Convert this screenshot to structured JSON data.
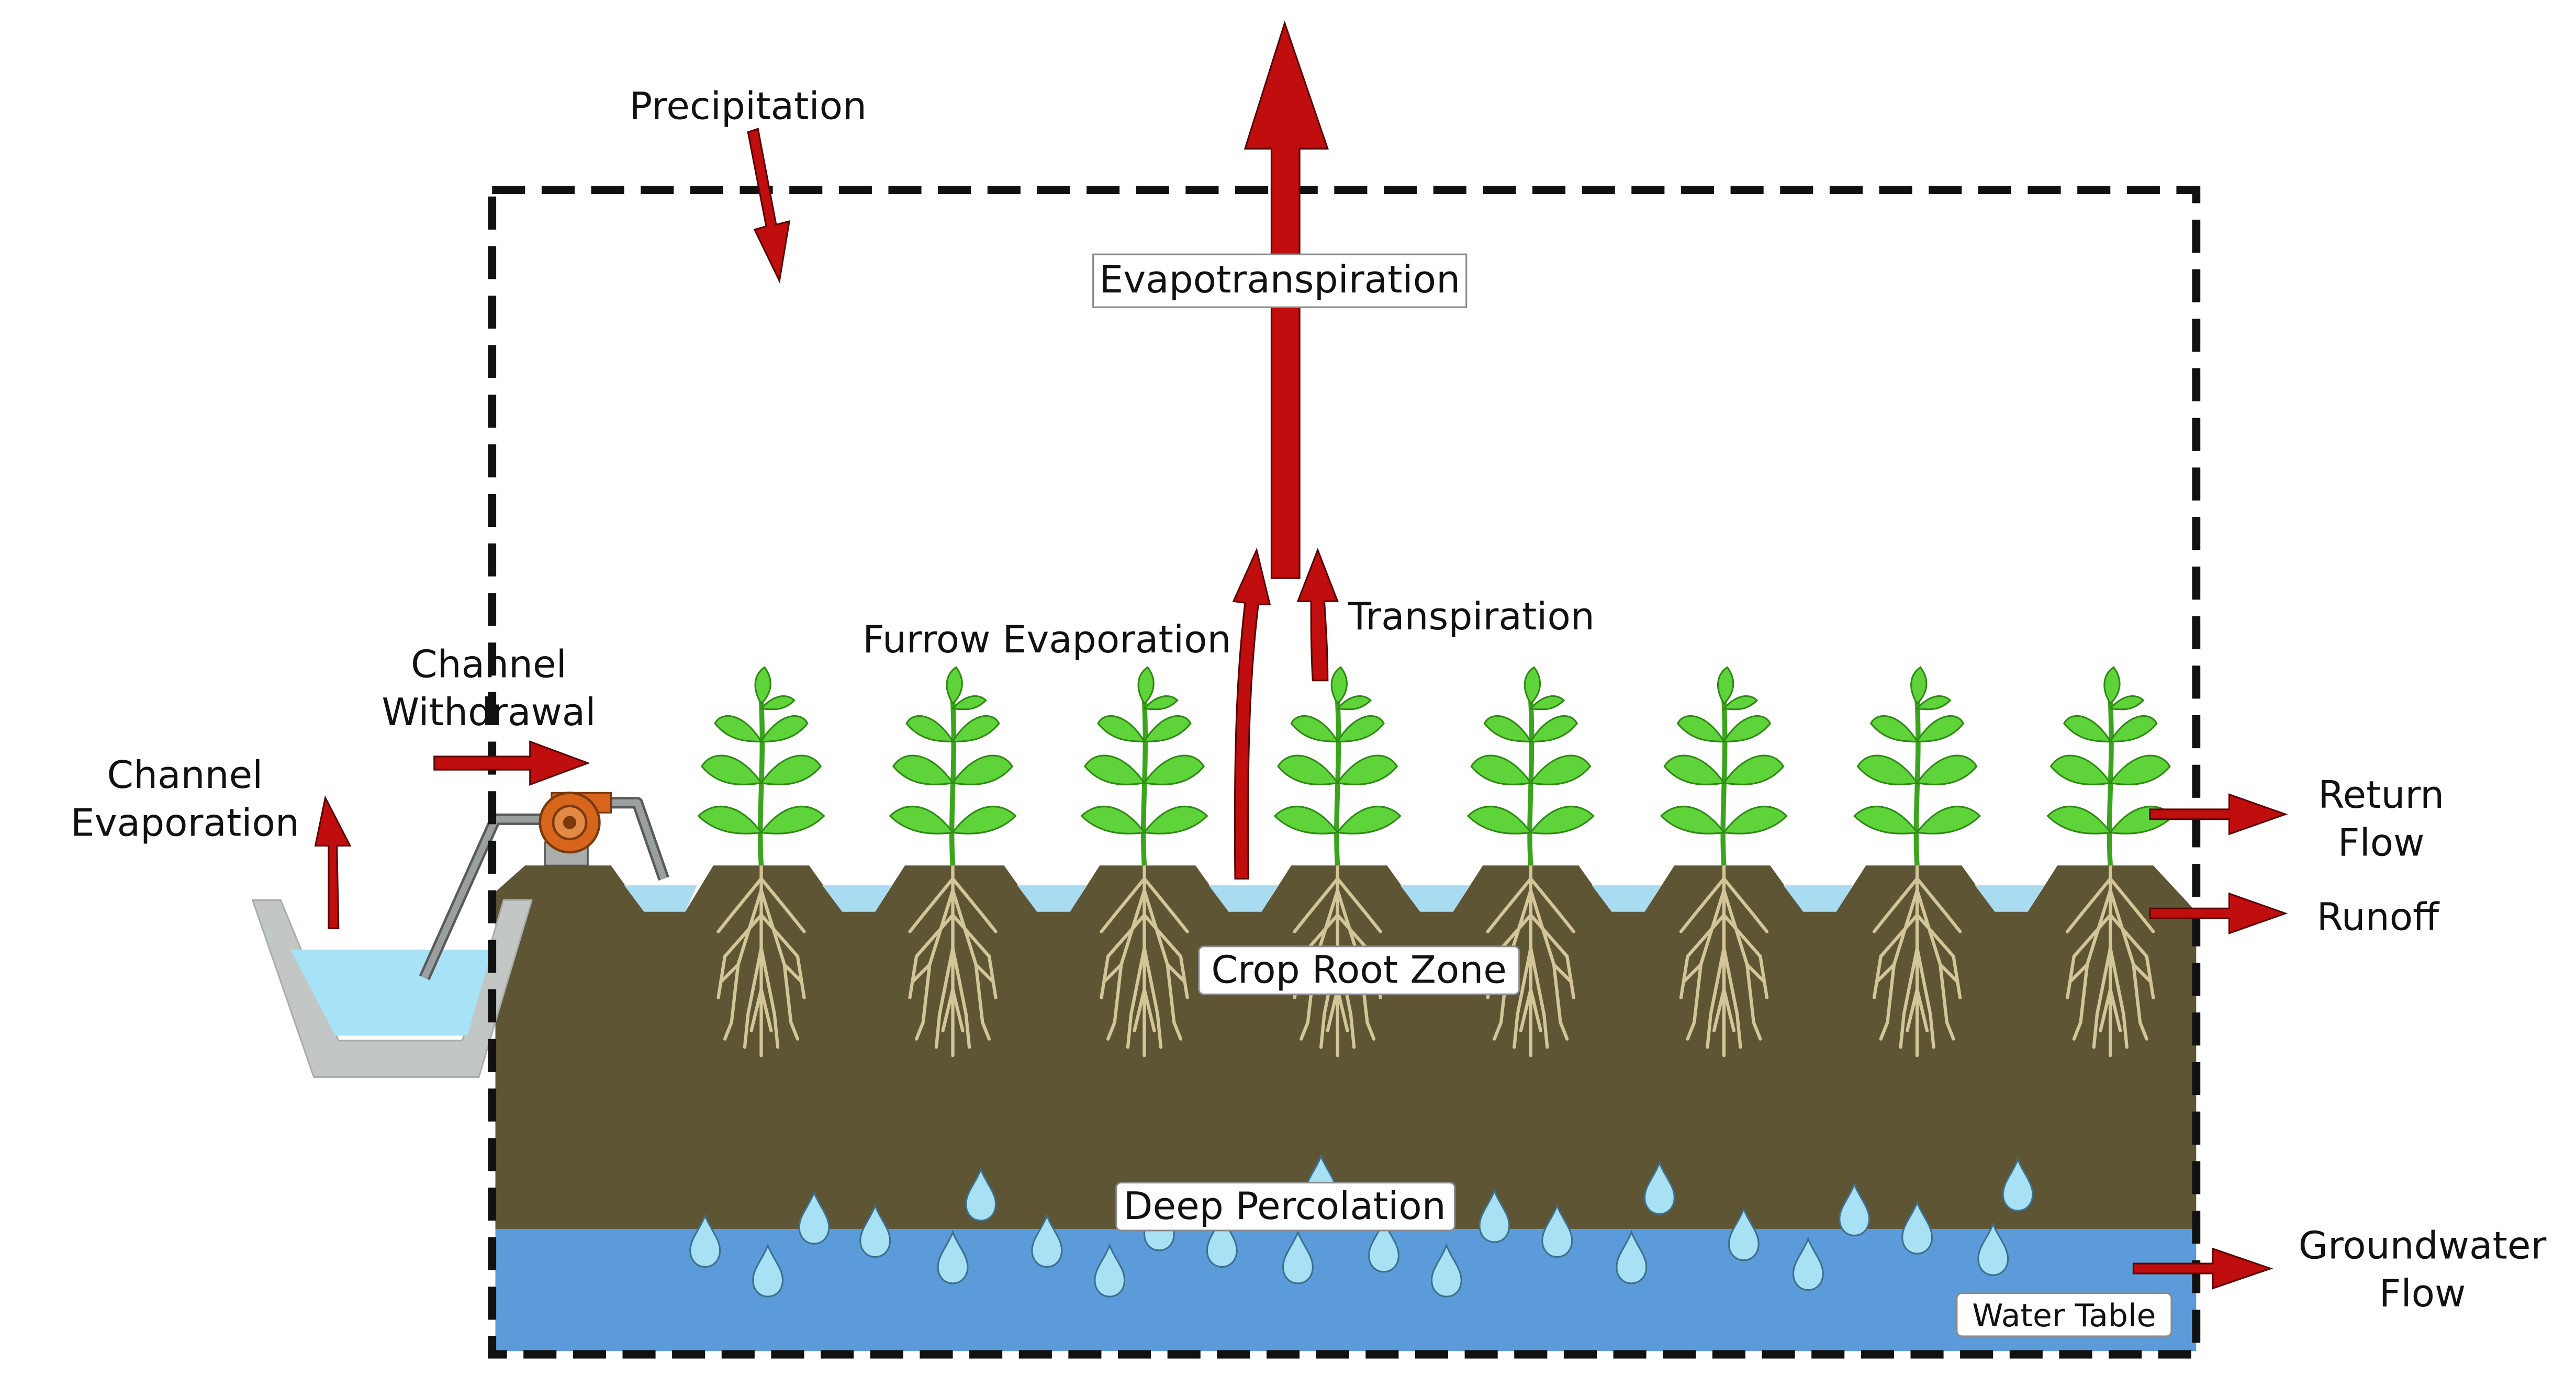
{
  "labels": {
    "precipitation": "Precipitation",
    "evapotranspiration": "Evapotranspiration",
    "furrow_evaporation": "Furrow Evaporation",
    "transpiration": "Transpiration",
    "channel_withdrawal_1": "Channel",
    "channel_withdrawal_2": "Withdrawal",
    "channel_evaporation_1": "Channel",
    "channel_evaporation_2": "Evaporation",
    "return_flow_1": "Return",
    "return_flow_2": "Flow",
    "runoff": "Runoff",
    "crop_root_zone": "Crop Root Zone",
    "deep_percolation": "Deep Percolation",
    "groundwater_flow_1": "Groundwater",
    "groundwater_flow_2": "Flow",
    "water_table": "Water Table"
  },
  "colors": {
    "arrow": "#c00d0d",
    "soil": "#5e5535",
    "groundwater": "#5b9bd9",
    "furrow_water": "#a9dcf0",
    "channel_wall": "#c2c7c5",
    "channel_water": "#a8e2f6",
    "leaf": "#5fd33a",
    "stem": "#3aa51c",
    "root": "#d2c597",
    "pump": "#d7661c",
    "droplet": "#a8e0f4"
  }
}
